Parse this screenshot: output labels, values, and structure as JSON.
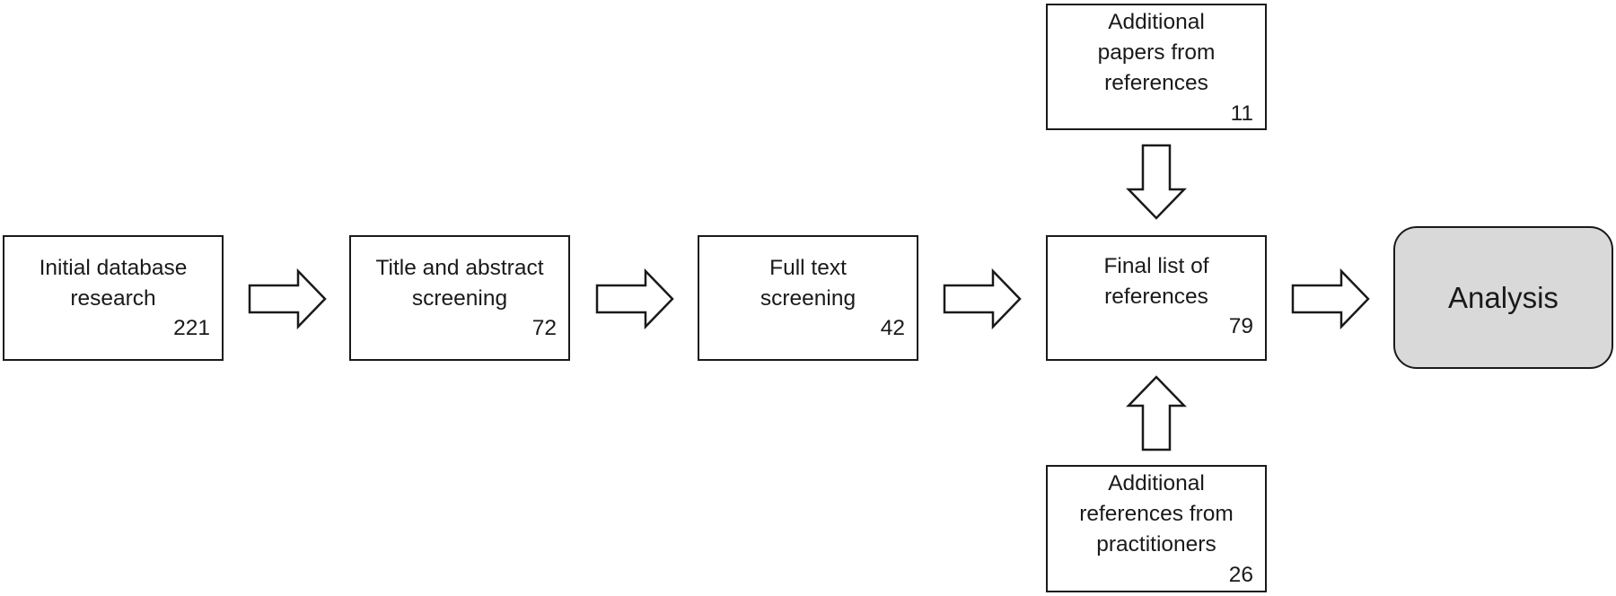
{
  "flow": {
    "initial": {
      "label": "Initial database\nresearch",
      "count": "221"
    },
    "title_abstract": {
      "label": "Title and abstract\nscreening",
      "count": "72"
    },
    "full_text": {
      "label": "Full text\nscreening",
      "count": "42"
    },
    "final_list": {
      "label": "Final list of\nreferences",
      "count": "79"
    },
    "additional_papers": {
      "label": "Additional\npapers from\nreferences",
      "count": "11"
    },
    "additional_practitioners": {
      "label": "Additional\nreferences from\npractitioners",
      "count": "26"
    },
    "analysis": {
      "label": "Analysis"
    }
  }
}
